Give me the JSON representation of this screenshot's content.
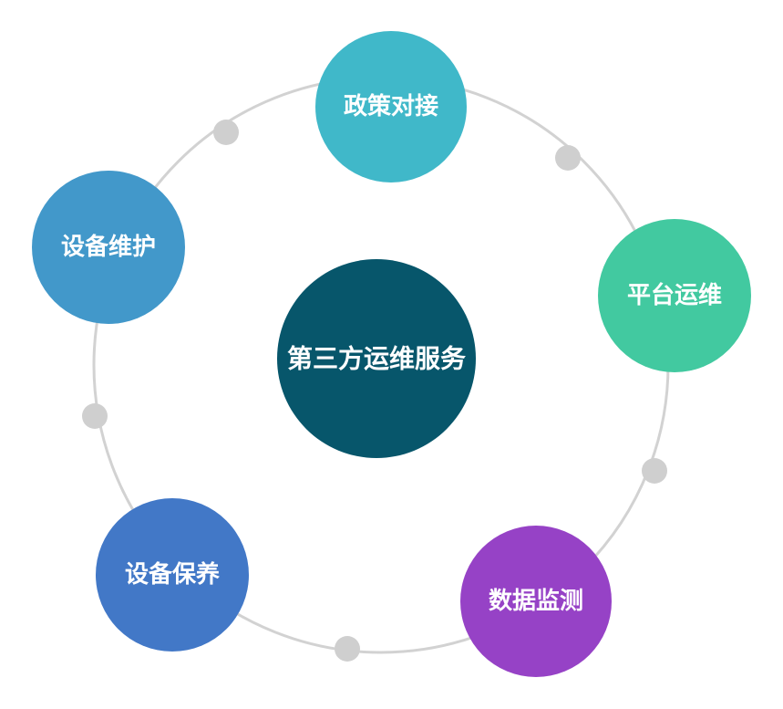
{
  "center": {
    "label": "第三方运维服务",
    "color": "#07566B"
  },
  "nodes": [
    {
      "id": "policy",
      "label": "政策对接",
      "color": "#40B8C9"
    },
    {
      "id": "platform",
      "label": "平台运维",
      "color": "#42C9A0"
    },
    {
      "id": "data",
      "label": "数据监测",
      "color": "#9642C6"
    },
    {
      "id": "maintenance",
      "label": "设备保养",
      "color": "#4278C7"
    },
    {
      "id": "repair",
      "label": "设备维护",
      "color": "#4298CA"
    }
  ],
  "ring": {
    "line_color": "#D2D2D2",
    "connector_color": "#CFCFCF"
  }
}
